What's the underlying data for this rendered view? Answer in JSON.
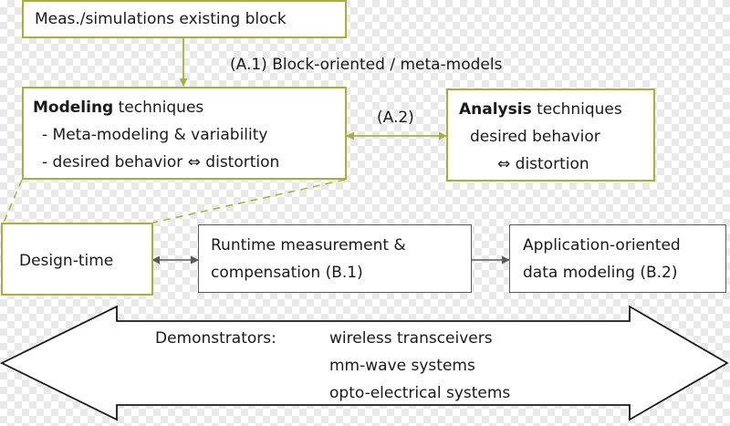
{
  "blocks": {
    "meas": {
      "text": "Meas./simulations existing block"
    },
    "modeling": {
      "title_bold": "Modeling",
      "title_rest": " techniques",
      "line2": "- Meta-modeling & variability",
      "line3": "- desired behavior ⇔ distortion"
    },
    "analysis": {
      "title_bold": "Analysis",
      "title_rest": " techniques",
      "line2": "desired behavior",
      "line3": "⇔ distortion"
    },
    "design_time": {
      "text": "Design-time"
    },
    "runtime": {
      "line1": "Runtime measurement &",
      "line2": "compensation (B.1)"
    },
    "application": {
      "line1": "Application-oriented",
      "line2": "data modeling (B.2)"
    }
  },
  "labels": {
    "a1": "(A.1) Block-oriented / meta-models",
    "a2": "(A.2)"
  },
  "demonstrators": {
    "label": "Demonstrators:",
    "items": [
      "wireless transceivers",
      "mm-wave systems",
      "opto-electrical systems"
    ]
  },
  "colors": {
    "olive_border": "#a7b03c",
    "gray_border": "#5a5a58",
    "text": "#1a1a1a"
  }
}
